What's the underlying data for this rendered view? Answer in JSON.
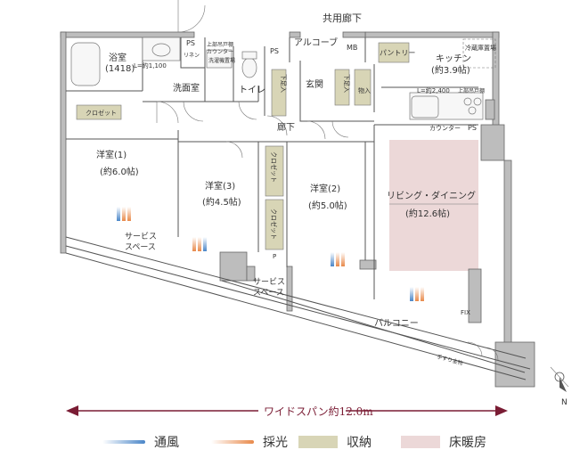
{
  "rooms": {
    "kyoyo_roka": "共用廊下",
    "alcove": "アルコーブ",
    "mb": "MB",
    "ps": "PS",
    "kitchen": "キッチン",
    "kitchen_size": "(約3.9帖)",
    "reizoko": "冷蔵庫置場",
    "pantry": "パントリー",
    "yokushitsu": "浴室",
    "yokushitsu_size": "(1418)",
    "l1100": "L=約1,100",
    "senmenshitsu": "洗面室",
    "kamibu_tsuritodana": "上部吊戸棚",
    "counter": "カウンター",
    "sentakuki": "洗濯機置場",
    "linen": "リネン",
    "toilet": "トイレ",
    "genkan": "玄関",
    "geta1": "下足入",
    "geta2": "下足入",
    "mono": "物入",
    "l2400": "L=約2,400",
    "kamibu_kitchen": "上部吊戸棚",
    "counter2": "カウンター",
    "ps2": "PS",
    "closet_top": "クロゼット",
    "roka": "廊下",
    "yoshitsu1": "洋室(1)",
    "yoshitsu1_size": "(約6.0帖)",
    "yoshitsu3": "洋室(3)",
    "yoshitsu3_size": "(約4.5帖)",
    "yoshitsu2": "洋室(2)",
    "yoshitsu2_size": "(約5.0帖)",
    "closet_v1": "クロゼット",
    "closet_v2": "クロゼット",
    "p": "P",
    "ld": "リビング・ダイニング",
    "ld_size": "(約12.6帖)",
    "service1a": "サービス",
    "service1b": "スペース",
    "service2a": "サービス",
    "service2b": "スペース",
    "balcony": "バルコニー",
    "fix": "FIX",
    "tesuri": "手すり金物",
    "ps_small": "PS"
  },
  "span_label": "ワイドスパン約12.0m",
  "compass": "N",
  "legend": [
    {
      "label": "通風",
      "color": "#4a86c8"
    },
    {
      "label": "採光",
      "color": "#e8894a"
    },
    {
      "label": "収納",
      "color": "#d8d5b6"
    },
    {
      "label": "床暖房",
      "color": "#ecd8d8"
    }
  ],
  "colors": {
    "span_arrow": "#7a1c34",
    "wall": "#bdbdbd",
    "storage": "#d8d5b6",
    "heating": "#ecd8d8"
  }
}
